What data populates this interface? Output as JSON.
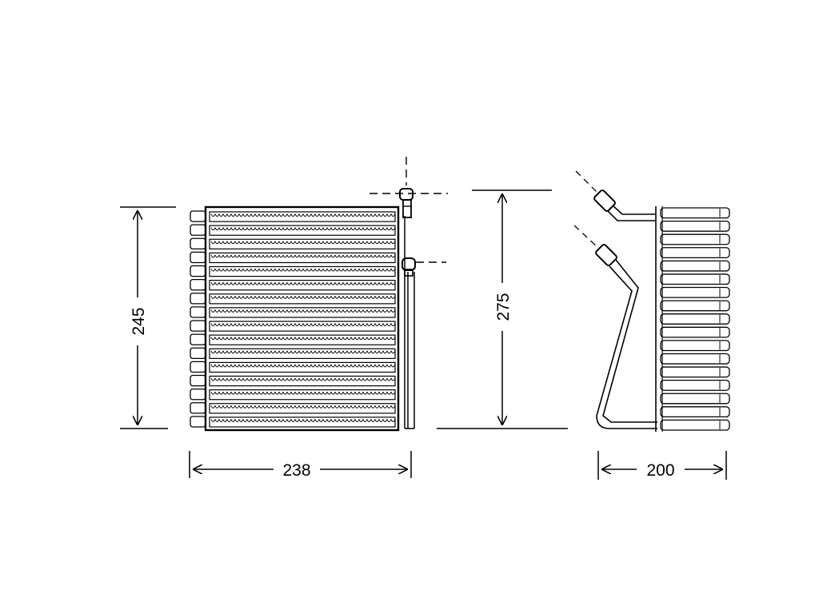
{
  "dimensions": {
    "height": "245",
    "overall_height": "275",
    "width": "238",
    "depth": "200"
  },
  "colors": {
    "line": "#000000",
    "background": "#ffffff"
  }
}
